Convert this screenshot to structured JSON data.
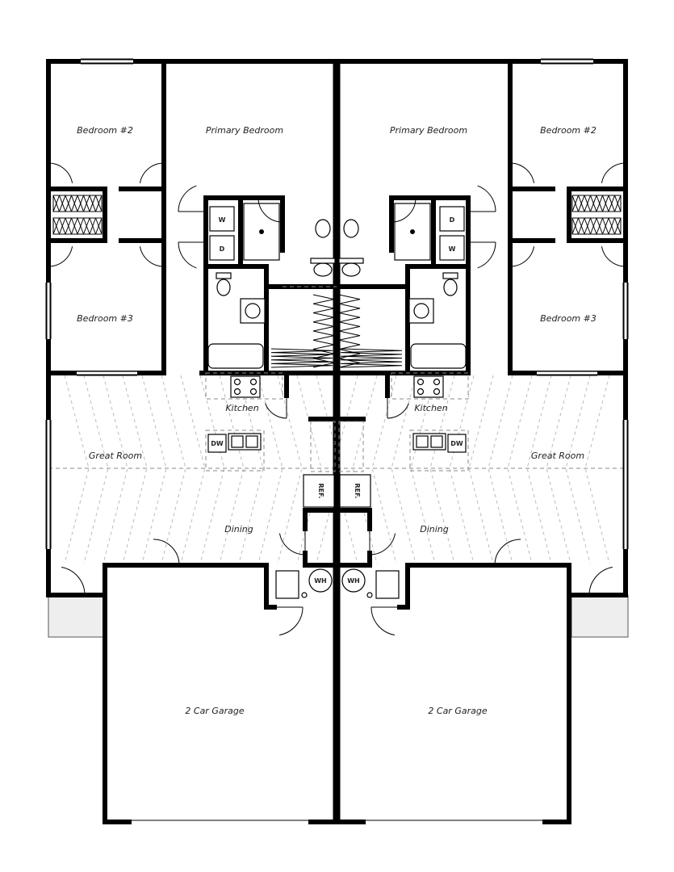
{
  "plan": {
    "rooms": {
      "bedroom2_left": "Bedroom #2",
      "primary_left": "Primary Bedroom",
      "primary_right": "Primary Bedroom",
      "bedroom2_right": "Bedroom #2",
      "bedroom3_left": "Bedroom #3",
      "bedroom3_right": "Bedroom #3",
      "kitchen_left": "Kitchen",
      "kitchen_right": "Kitchen",
      "great_left": "Great Room",
      "great_right": "Great Room",
      "dining_left": "Dining",
      "dining_right": "Dining",
      "garage_left": "2 Car Garage",
      "garage_right": "2 Car Garage"
    },
    "fixtures": {
      "washer": "W",
      "dryer": "D",
      "dishwasher": "DW",
      "refrigerator": "REF.",
      "water_heater": "WH"
    }
  }
}
